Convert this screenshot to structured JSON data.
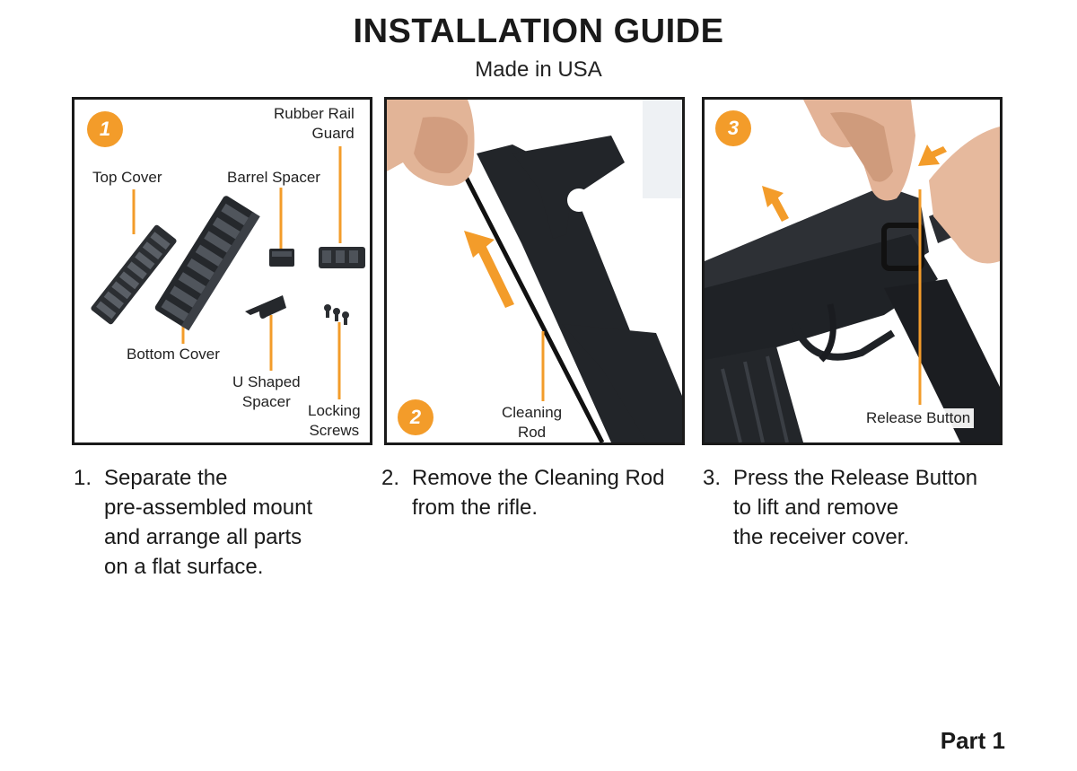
{
  "header": {
    "title": "INSTALLATION GUIDE",
    "subtitle": "Made in USA"
  },
  "colors": {
    "accent": "#f39c2a",
    "border": "#1a1a1a",
    "part": "#2b2e32"
  },
  "panels": [
    {
      "badge": "1",
      "labels": {
        "rubber_rail_guard": "Rubber Rail\nGuard",
        "top_cover": "Top Cover",
        "barrel_spacer": "Barrel Spacer",
        "bottom_cover": "Bottom Cover",
        "u_shaped_spacer": "U Shaped\nSpacer",
        "locking_screws": "Locking\nScrews"
      }
    },
    {
      "badge": "2",
      "labels": {
        "cleaning_rod": "Cleaning\nRod"
      }
    },
    {
      "badge": "3",
      "labels": {
        "release_button": "Release Button"
      }
    }
  ],
  "steps": [
    {
      "number": "1.",
      "text": "Separate the\npre-assembled mount\nand arrange all parts\non a flat surface."
    },
    {
      "number": "2.",
      "text": "Remove the Cleaning Rod\nfrom the rifle."
    },
    {
      "number": "3.",
      "text": "Press the Release Button\nto lift and remove\nthe receiver cover."
    }
  ],
  "footer": {
    "part": "Part 1"
  }
}
